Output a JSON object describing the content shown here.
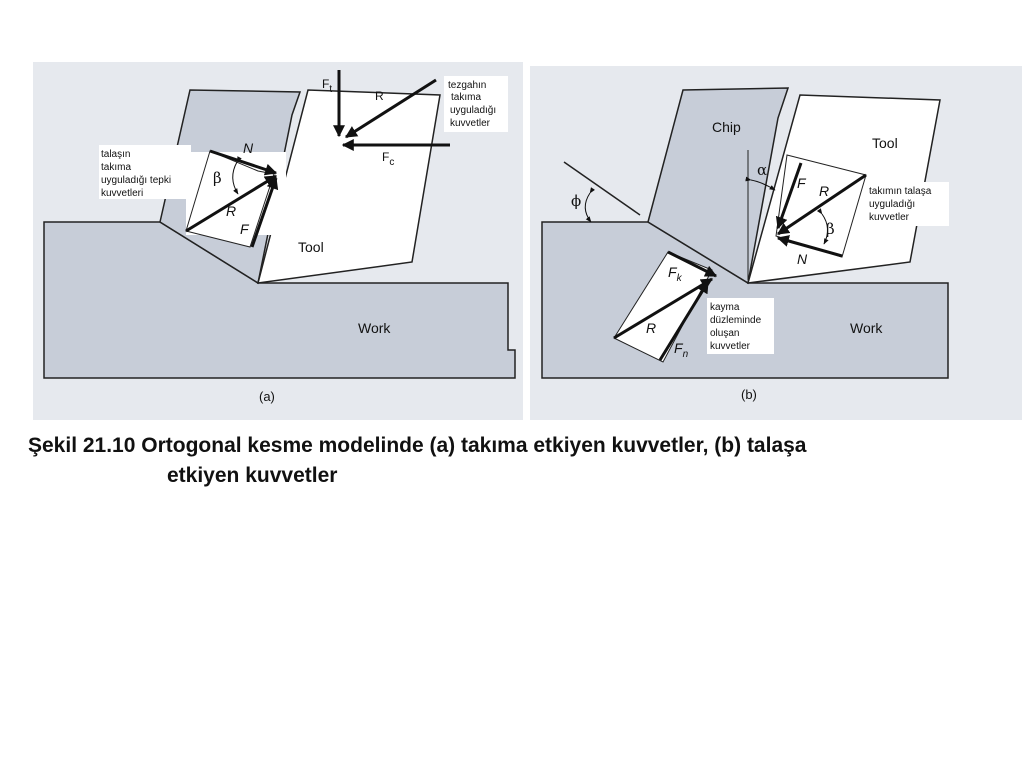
{
  "panel_a": {
    "fig_label": "(a)",
    "tool_label": "Tool",
    "work_label": "Work",
    "vec_Ft": "F",
    "vec_Ft_sub": "t",
    "vec_R": "R",
    "vec_Fc": "F",
    "vec_Fc_sub": "c",
    "vec_N": "N",
    "vec_F": "F",
    "vec_R2": "R",
    "angle_beta": "β",
    "note_machine": [
      "tezgahın",
      "takıma",
      "uyguladığı",
      "kuvvetler"
    ],
    "note_chip": [
      "talaşın",
      "takıma",
      "uyguladığı tepki",
      "kuvvetleri"
    ]
  },
  "panel_b": {
    "fig_label": "(b)",
    "chip_label": "Chip",
    "tool_label": "Tool",
    "work_label": "Work",
    "angle_phi": "ϕ",
    "angle_alpha": "α",
    "angle_beta": "β",
    "vec_F": "F",
    "vec_R": "R",
    "vec_N": "N",
    "vec_Fk": "F",
    "vec_Fk_sub": "k",
    "vec_Fn": "F",
    "vec_Fn_sub": "n",
    "vec_R2": "R",
    "note_tool": [
      "takımın talaşa",
      "uyguladığı",
      "kuvvetler"
    ],
    "note_shear": [
      "kayma",
      "düzleminde",
      "oluşan",
      "kuvvetler"
    ]
  },
  "caption": {
    "line1": "Şekil 21.10 Ortogonal kesme modelinde (a) takıma etkiyen kuvvetler, (b) talaşa",
    "line2": "etkiyen kuvvetler"
  }
}
